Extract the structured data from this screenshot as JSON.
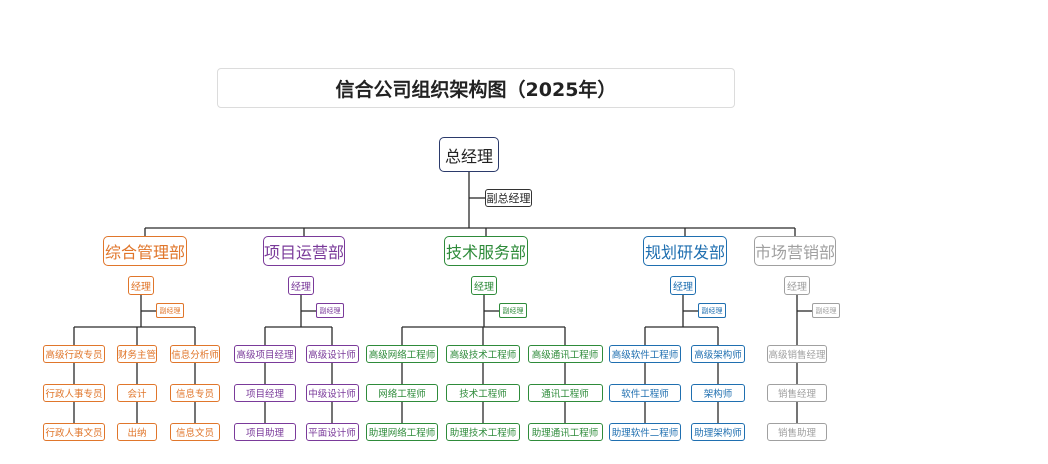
{
  "title": "信合公司组织架构图（2025年）",
  "top": {
    "ceo": "总经理",
    "deputy": "副总经理"
  },
  "colors": {
    "ceo_border": "#2b3a6b",
    "line": "#2a2a2a"
  },
  "departments": [
    {
      "name": "综合管理部",
      "color": "#e0762b",
      "manager": "经理",
      "deputy": "副经理",
      "columns": [
        [
          "高级行政专员",
          "行政人事专员",
          "行政人事文员"
        ],
        [
          "财务主管",
          "会计",
          "出纳"
        ],
        [
          "信息分析师",
          "信息专员",
          "信息文员"
        ]
      ]
    },
    {
      "name": "项目运营部",
      "color": "#7a3a9a",
      "manager": "经理",
      "deputy": "副经理",
      "columns": [
        [
          "高级项目经理",
          "项目经理",
          "项目助理"
        ],
        [
          "高级设计师",
          "中级设计师",
          "平面设计师"
        ]
      ]
    },
    {
      "name": "技术服务部",
      "color": "#2e8b3a",
      "manager": "经理",
      "deputy": "副经理",
      "columns": [
        [
          "高级网络工程师",
          "网络工程师",
          "助理网络工程师"
        ],
        [
          "高级技术工程师",
          "技术工程师",
          "助理技术工程师"
        ],
        [
          "高级通讯工程师",
          "通讯工程师",
          "助理通讯工程师"
        ]
      ]
    },
    {
      "name": "规划研发部",
      "color": "#1f6fb0",
      "manager": "经理",
      "deputy": "副经理",
      "columns": [
        [
          "高级软件工程师",
          "软件工程师",
          "助理软件二程师"
        ],
        [
          "高级架构师",
          "架构师",
          "助理架构师"
        ]
      ]
    },
    {
      "name": "市场营销部",
      "color": "#a0a0a0",
      "manager": "经理",
      "deputy": "副经理",
      "columns": [
        [
          "高级销售经理",
          "销售经理",
          "销售助理"
        ]
      ]
    }
  ]
}
